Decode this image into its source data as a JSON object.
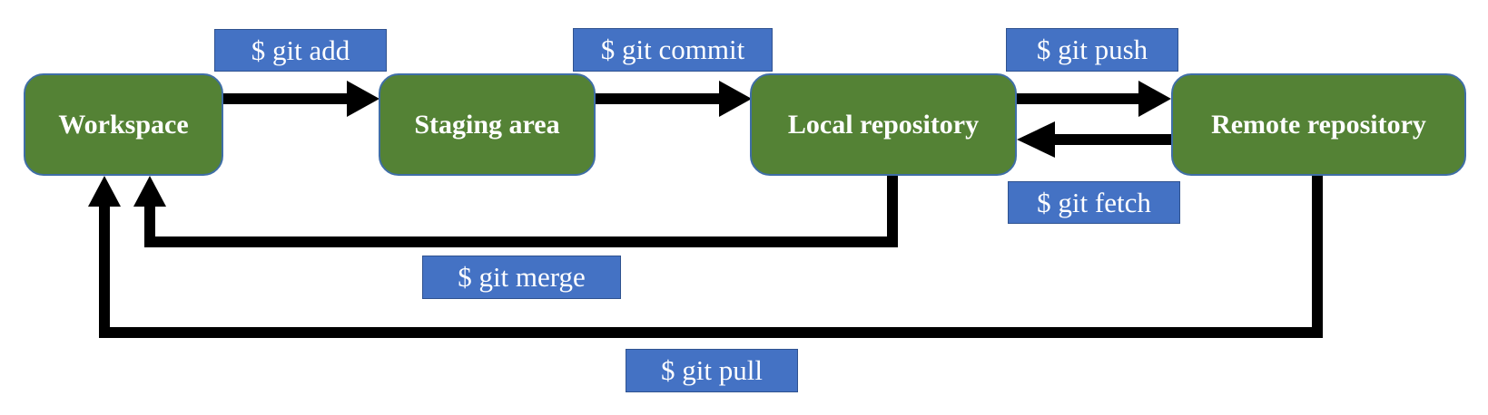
{
  "nodes": {
    "workspace": "Workspace",
    "staging": "Staging area",
    "local": "Local repository",
    "remote": "Remote repository"
  },
  "commands": {
    "add": "$ git add",
    "commit": "$ git commit",
    "push": "$ git push",
    "fetch": "$ git fetch",
    "merge": "$ git merge",
    "pull": "$ git pull"
  },
  "colors": {
    "node_fill": "#548235",
    "node_border": "#3f6ea6",
    "command_fill": "#4472c4",
    "arrow": "#000000",
    "text": "#ffffff"
  }
}
